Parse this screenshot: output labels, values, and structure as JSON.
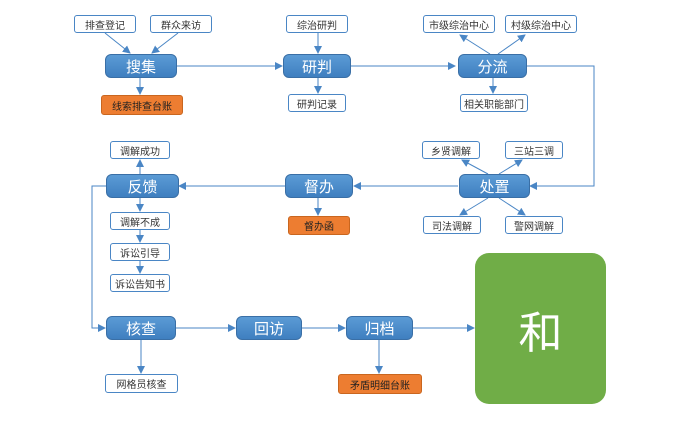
{
  "main_steps": {
    "collect": "搜集",
    "analyze": "研判",
    "divert": "分流",
    "dispose": "处置",
    "supervise": "督办",
    "feedback": "反馈",
    "verify": "核查",
    "revisit": "回访",
    "archive": "归档"
  },
  "notes": {
    "screening_register": "排查登记",
    "mass_visits": "群众来访",
    "comprehensive_analysis": "综治研判",
    "city_center": "市级综治中心",
    "village_center": "村级综治中心",
    "analysis_record": "研判记录",
    "related_departments": "相关职能部门",
    "mediation_success": "调解成功",
    "township_mediation": "乡贤调解",
    "three_stations": "三站三调",
    "judicial_mediation": "司法调解",
    "police_network_mediation": "警网调解",
    "mediation_failed": "调解不成",
    "litigation_guidance": "诉讼引导",
    "litigation_notice": "诉讼告知书",
    "grid_worker_check": "网格员核查"
  },
  "orange_notes": {
    "clue_ledger": "线索排查台账",
    "supervision_letter": "督办函",
    "conflict_ledger": "矛盾明细台账"
  },
  "result": {
    "harmony": "和"
  },
  "colors": {
    "step_blue": "#4a8bcb",
    "line_blue": "#4a86c5",
    "orange": "#ed7d31",
    "green": "#70ad47"
  }
}
